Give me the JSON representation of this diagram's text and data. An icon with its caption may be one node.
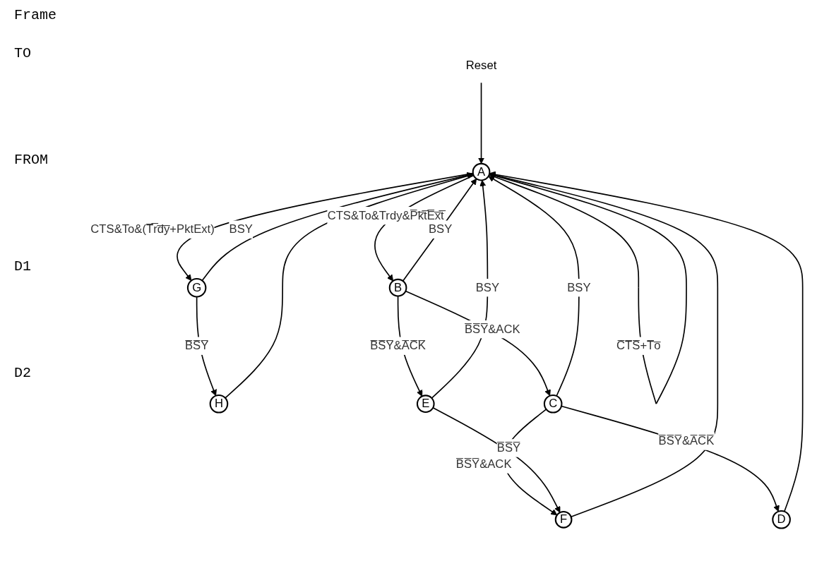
{
  "diagram": {
    "title": "Frame",
    "nodes": [
      {
        "text": [
          "Reset"
        ]
      },
      {
        "text": [
          "A"
        ]
      },
      {
        "text": [
          "G"
        ]
      },
      {
        "text": [
          "B"
        ]
      },
      {
        "text": [
          "H"
        ]
      },
      {
        "text": [
          "C"
        ]
      },
      {
        "text": [
          "E"
        ]
      },
      {
        "text": [
          "D"
        ]
      },
      {
        "text": [
          "F"
        ]
      }
    ],
    "edges": [
      {
        "from": 0,
        "to": 1,
        "arrow": "to"
      },
      {
        "from": 1,
        "to": 1,
        "arrow": "to",
        "label": "C̅T̅S̅+T̅o̅"
      },
      {
        "from": 1,
        "to": 3,
        "arrow": "to",
        "label": "CTS&To&Trdy&P̅k̅t̅E̅x̅t̅"
      },
      {
        "from": 1,
        "to": 2,
        "arrow": "to",
        "label": "CTS&To&(T̅r̅d̅y̅+PktExt)"
      },
      {
        "from": 2,
        "to": 1,
        "arrow": "to",
        "label": "BSY"
      },
      {
        "from": 3,
        "to": 1,
        "arrow": "to",
        "label": "BSY"
      },
      {
        "from": 2,
        "to": 4,
        "arrow": "to",
        "label": "B̅S̅Y̅"
      },
      {
        "from": 3,
        "to": 5,
        "arrow": "to",
        "label": "B̅S̅Y̅&ACK"
      },
      {
        "from": 3,
        "to": 6,
        "arrow": "to",
        "label": "B̅S̅Y̅&A̅C̅K̅"
      },
      {
        "from": 5,
        "to": 1,
        "arrow": "to",
        "label": "BSY"
      },
      {
        "from": 5,
        "to": 8,
        "arrow": "to",
        "label": "B̅S̅Y̅&ACK"
      },
      {
        "from": 5,
        "to": 7,
        "arrow": "to",
        "label": "B̅S̅Y̅&A̅C̅K̅"
      },
      {
        "from": 6,
        "to": 1,
        "arrow": "to",
        "label": "BSY"
      },
      {
        "from": 6,
        "to": 8,
        "arrow": "to",
        "label": "B̅S̅Y̅"
      },
      {
        "from": 4,
        "to": 1,
        "arrow": "to"
      },
      {
        "from": 7,
        "to": 1,
        "arrow": "to"
      },
      {
        "from": 8,
        "to": 1,
        "arrow": "to"
      }
    ],
    "labels": [
      "TO",
      "FROM",
      "D1",
      "D2"
    ]
  }
}
